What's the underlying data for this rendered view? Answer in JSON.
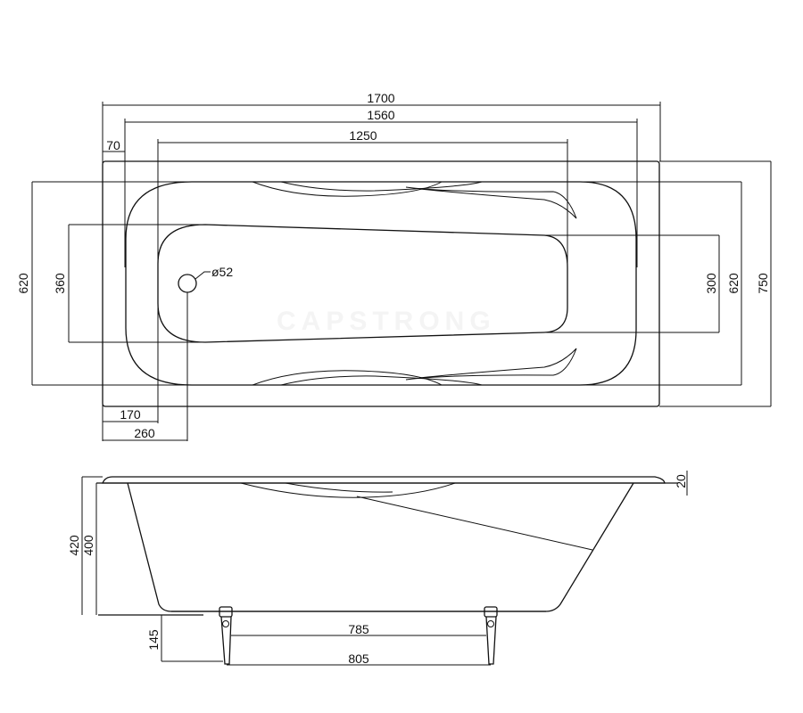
{
  "top_view": {
    "dims": {
      "overall_length": "1700",
      "inner_length": "1560",
      "bottom_length": "1250",
      "rim_offset": "70",
      "overall_width": "750",
      "inner_width_right": "620",
      "inner_width_left": "620",
      "bottom_width_left": "360",
      "bottom_width_right": "300",
      "drain_diameter": "ø52",
      "drain_offset_1": "170",
      "drain_offset_2": "260"
    }
  },
  "side_view": {
    "dims": {
      "total_height": "420",
      "body_height": "400",
      "rim_thickness": "20",
      "leg_height": "145",
      "leg_spacing_inner": "785",
      "leg_spacing_outer": "805"
    }
  }
}
